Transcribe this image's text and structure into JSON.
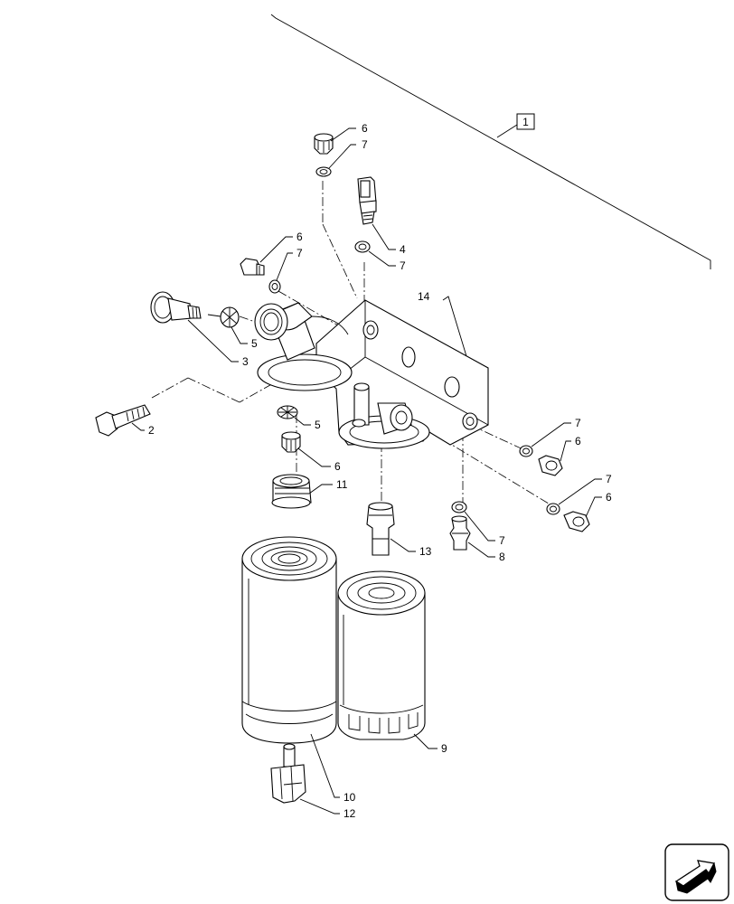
{
  "diagram": {
    "reference_box_label": "1",
    "callouts": [
      {
        "id": "c6a",
        "text": "6"
      },
      {
        "id": "c7a",
        "text": "7"
      },
      {
        "id": "c4",
        "text": "4"
      },
      {
        "id": "c7b",
        "text": "7"
      },
      {
        "id": "c6b",
        "text": "6"
      },
      {
        "id": "c7c",
        "text": "7"
      },
      {
        "id": "c14",
        "text": "14"
      },
      {
        "id": "c5a",
        "text": "5"
      },
      {
        "id": "c3",
        "text": "3"
      },
      {
        "id": "c2",
        "text": "2"
      },
      {
        "id": "c5b",
        "text": "5"
      },
      {
        "id": "c6c",
        "text": "6"
      },
      {
        "id": "c11",
        "text": "11"
      },
      {
        "id": "c7d",
        "text": "7"
      },
      {
        "id": "c6d",
        "text": "6"
      },
      {
        "id": "c7e",
        "text": "7"
      },
      {
        "id": "c6e",
        "text": "6"
      },
      {
        "id": "c7f",
        "text": "7"
      },
      {
        "id": "c8",
        "text": "8"
      },
      {
        "id": "c13",
        "text": "13"
      },
      {
        "id": "c9",
        "text": "9"
      },
      {
        "id": "c10",
        "text": "10"
      },
      {
        "id": "c12",
        "text": "12"
      }
    ]
  },
  "nav_icon": "previous-page-arrow-icon"
}
